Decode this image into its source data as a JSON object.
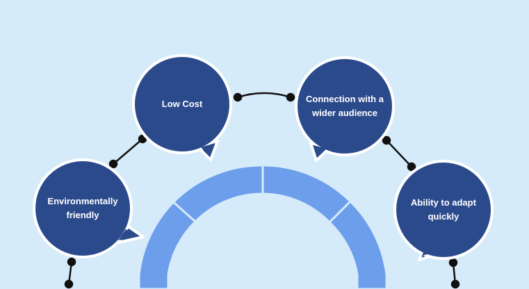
{
  "colors": {
    "background": "#d6ebfa",
    "bubble_fill": "#2b4a8c",
    "bubble_border": "#ffffff",
    "arc_fill": "#6d9eeb",
    "arc_divider": "#d6ebfa",
    "connector": "#111111",
    "label_text": "#ffffff"
  },
  "bubbles": [
    {
      "id": "environmentally-friendly",
      "label": "Environmentally friendly"
    },
    {
      "id": "low-cost",
      "label": "Low Cost"
    },
    {
      "id": "connection",
      "label": "Connection with a wider audience"
    },
    {
      "id": "adapt",
      "label": "Ability to adapt quickly"
    }
  ]
}
